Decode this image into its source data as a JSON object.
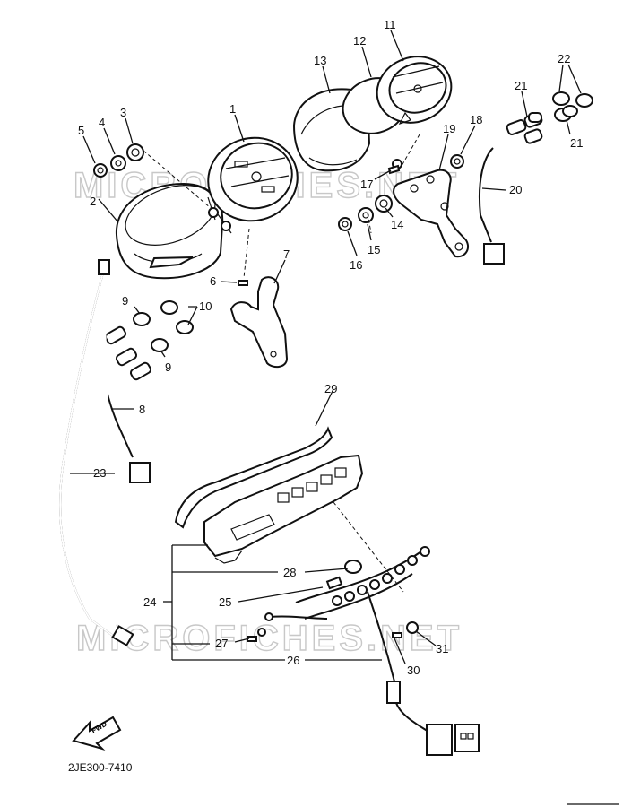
{
  "diagram": {
    "part_number": "2JE300-7410",
    "fwd_arrow": "FWD",
    "watermark": "MICROFICHES.NET",
    "callouts": [
      "1",
      "2",
      "3",
      "4",
      "5",
      "6",
      "7",
      "8",
      "9",
      "9",
      "10",
      "11",
      "12",
      "13",
      "14",
      "15",
      "16",
      "17",
      "18",
      "19",
      "20",
      "21",
      "21",
      "22",
      "23",
      "24",
      "25",
      "26",
      "27",
      "28",
      "29",
      "30",
      "31"
    ]
  }
}
